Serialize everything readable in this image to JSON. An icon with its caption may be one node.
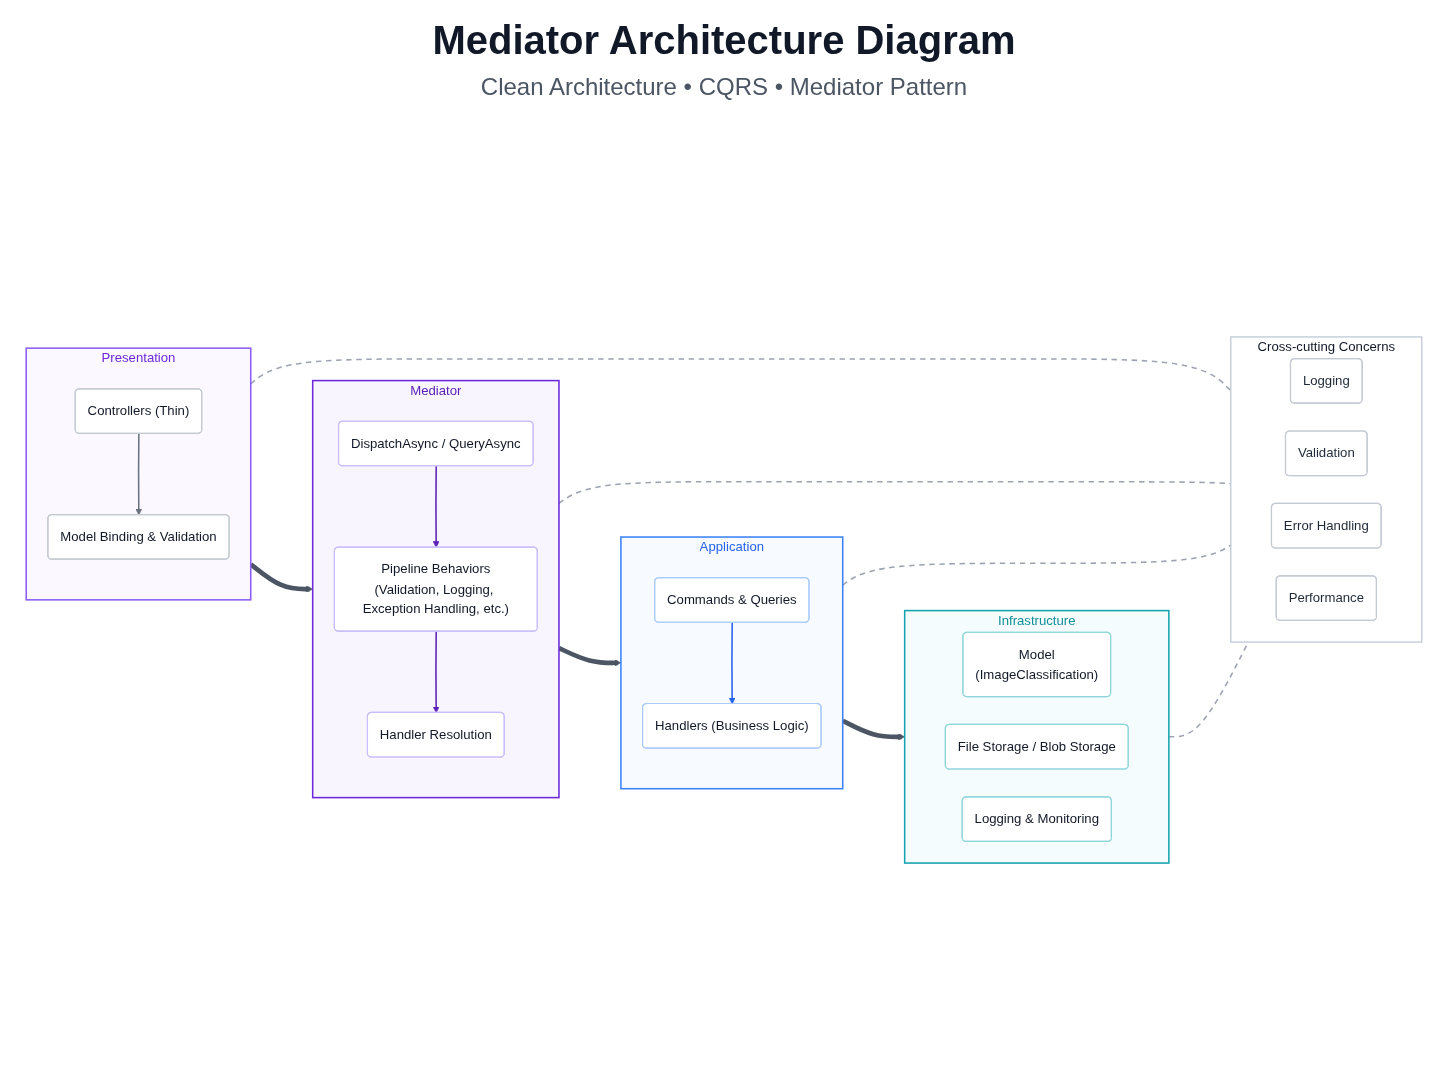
{
  "diagram": {
    "title": "Mediator Architecture Diagram",
    "nodes": [
      {
        "text": [
          "Presentation"
        ]
      },
      {
        "text": [
          "Controllers (Thin)"
        ],
        "in": 0
      },
      {
        "text": [
          "Model Binding & Validation"
        ],
        "in": 0
      },
      {
        "text": [
          "Mediator"
        ]
      },
      {
        "text": [
          "DispatchAsync / QueryAsync"
        ],
        "in": 3
      },
      {
        "text": [
          "Pipeline Behaviors",
          "(Validation, Logging, Exception Handling, etc.)"
        ],
        "in": 3
      },
      {
        "text": [
          "Handler Resolution"
        ],
        "in": 3
      },
      {
        "text": [
          "Application"
        ]
      },
      {
        "text": [
          "Commands & Queries"
        ],
        "in": 7
      },
      {
        "text": [
          "Handlers (Business Logic)"
        ],
        "in": 7
      },
      {
        "text": [
          "Infrastructure"
        ]
      },
      {
        "text": [
          "Model",
          "(ImageClassification)"
        ],
        "in": 10
      },
      {
        "text": [
          "File Storage / Blob Storage"
        ],
        "in": 10
      },
      {
        "text": [
          "Logging & Monitoring"
        ],
        "in": 10
      },
      {
        "text": [
          "Cross-cutting Concerns"
        ]
      },
      {
        "text": [
          "Logging"
        ],
        "in": 14
      },
      {
        "text": [
          "Validation"
        ],
        "in": 14
      },
      {
        "text": [
          "Error Handling"
        ],
        "in": 14
      },
      {
        "text": [
          "Performance"
        ],
        "in": 14
      }
    ],
    "edges": [
      {
        "from": 1,
        "to": 2,
        "arrow": "to"
      },
      {
        "from": 0,
        "to": 3,
        "arrow": "to",
        "style": "thick"
      },
      {
        "from": 4,
        "to": 5,
        "arrow": "to",
        "color": "#5b21b6"
      },
      {
        "from": 5,
        "to": 6,
        "arrow": "to",
        "color": "#5b21b6"
      },
      {
        "from": 3,
        "to": 7,
        "arrow": "to",
        "style": "thick"
      },
      {
        "from": 8,
        "to": 9,
        "arrow": "to",
        "color": "#2563eb"
      },
      {
        "from": 7,
        "to": 10,
        "arrow": "to",
        "style": "thick"
      },
      {
        "from": 0,
        "to": 14,
        "arrow": "none",
        "style": "dashed"
      },
      {
        "from": 3,
        "to": 14,
        "arrow": "none",
        "style": "dashed"
      },
      {
        "from": 7,
        "to": 14,
        "arrow": "none",
        "style": "dashed"
      },
      {
        "from": 10,
        "to": 14,
        "arrow": "none",
        "style": "dashed"
      }
    ],
    "labels": [
      "Clean Architecture • CQRS • Mediator Pattern"
    ]
  }
}
